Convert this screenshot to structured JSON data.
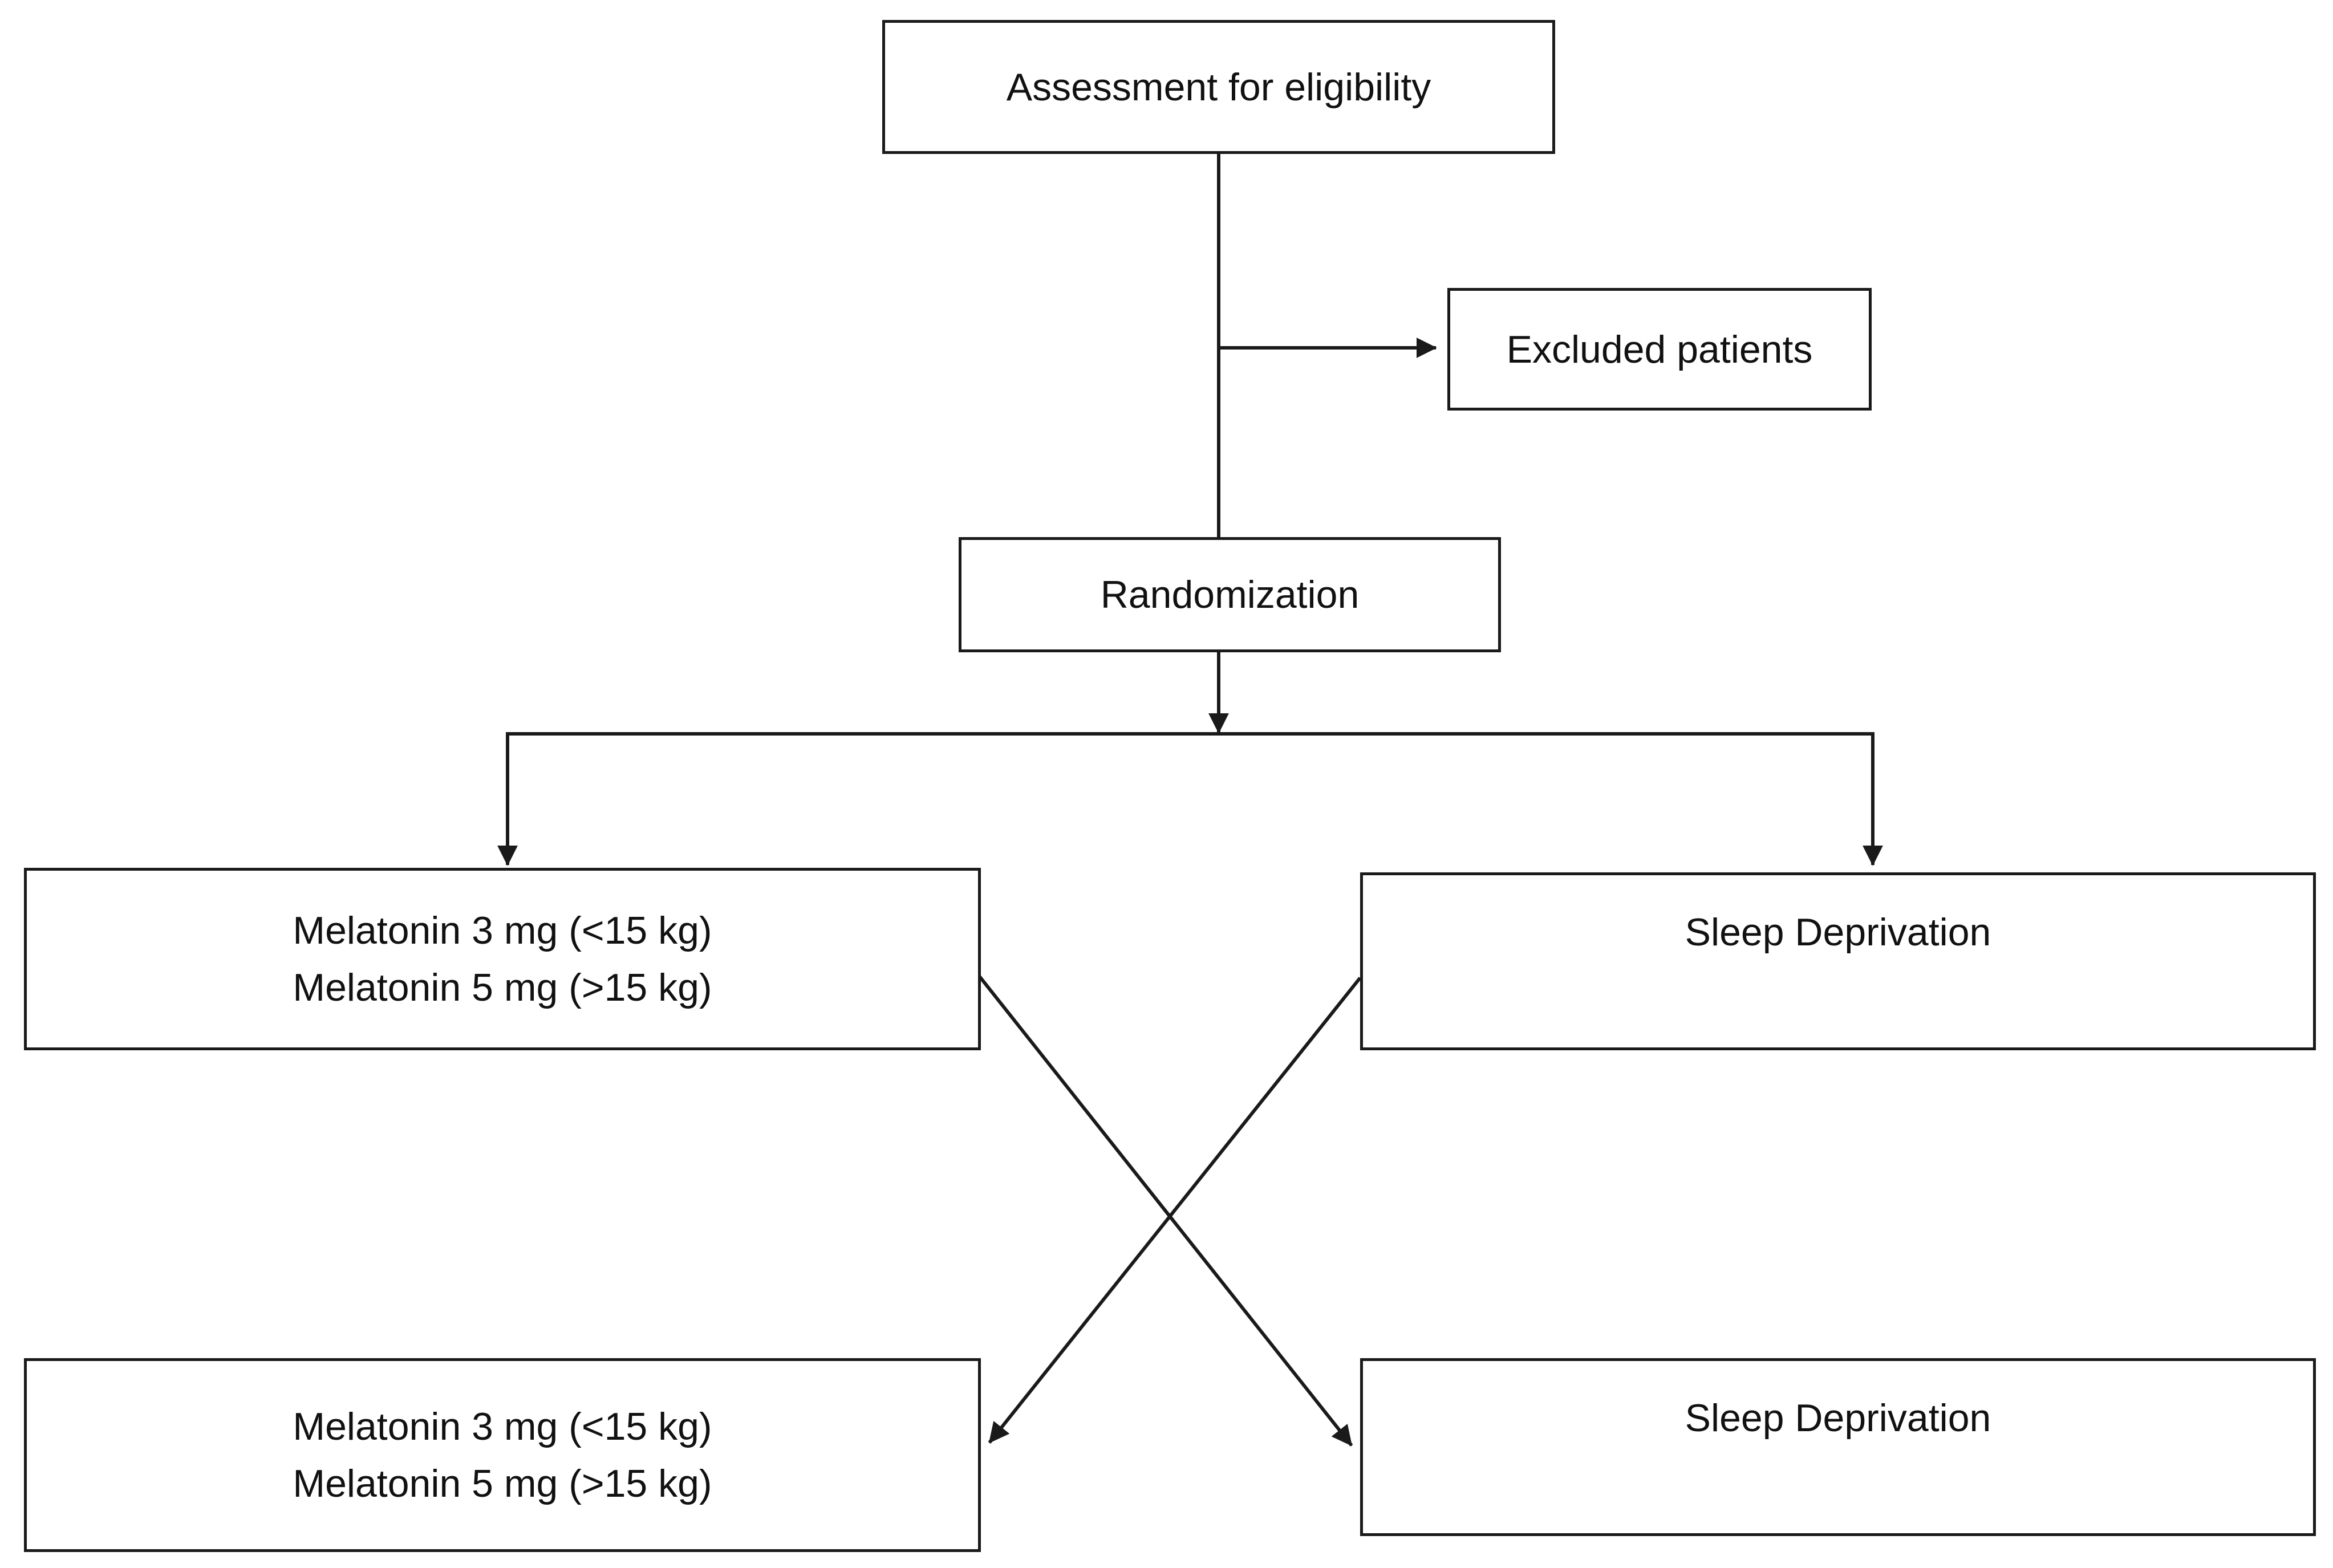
{
  "diagram": {
    "nodes": {
      "assessment": {
        "label": "Assessment for eligibility"
      },
      "excluded": {
        "label": "Excluded patients"
      },
      "randomization": {
        "label": "Randomization"
      },
      "period1_melatonin": {
        "lines": [
          "Melatonin 3 mg (<15 kg)",
          "Melatonin 5 mg (>15 kg)"
        ]
      },
      "period1_sleep": {
        "label": "Sleep Deprivation"
      },
      "period2_melatonin": {
        "lines": [
          "Melatonin 3 mg (<15 kg)",
          "Melatonin 5 mg (>15 kg)"
        ]
      },
      "period2_sleep": {
        "label": "Sleep Deprivation"
      }
    },
    "edges": [
      {
        "from": "assessment",
        "to": "randomization",
        "arrow": false
      },
      {
        "from": "assessment",
        "to": "excluded",
        "arrow": true
      },
      {
        "from": "randomization",
        "to": "period1_melatonin",
        "arrow": true
      },
      {
        "from": "randomization",
        "to": "period1_sleep",
        "arrow": true
      },
      {
        "from": "period1_melatonin",
        "to": "period2_sleep",
        "arrow": true
      },
      {
        "from": "period1_sleep",
        "to": "period2_melatonin",
        "arrow": true
      }
    ],
    "colors": {
      "stroke": "#1a1a1a",
      "text": "#111111",
      "background": "#ffffff"
    }
  }
}
